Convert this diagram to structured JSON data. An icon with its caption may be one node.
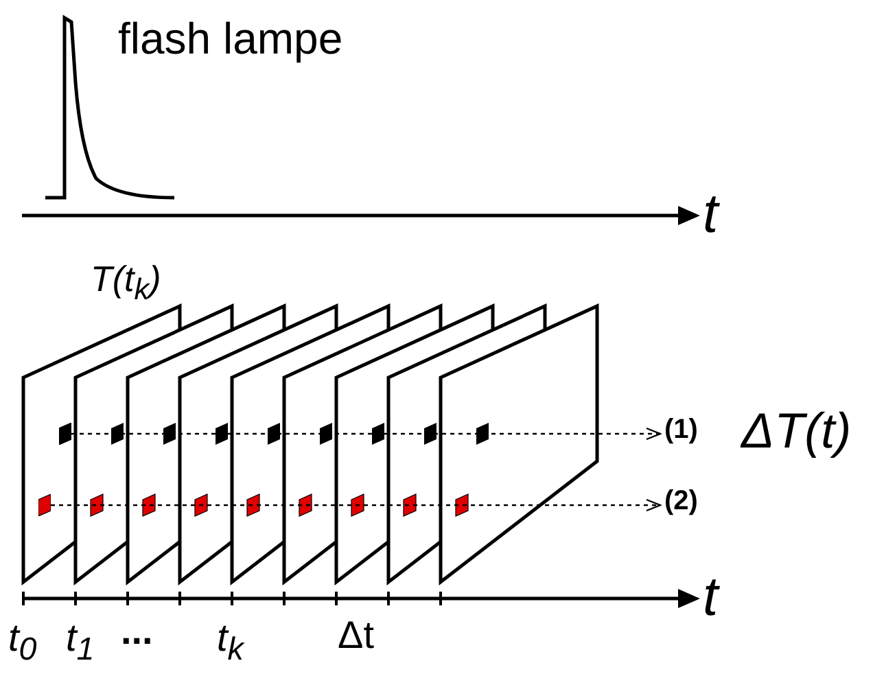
{
  "diagram": {
    "nodes": [
      {
        "text": [],
        "shape": "box"
      },
      {
        "text": [
          "(1)"
        ]
      },
      {
        "text": [],
        "shape": "box"
      },
      {
        "text": [
          "(2)"
        ]
      }
    ],
    "edges": [
      {
        "from": 0,
        "to": 1,
        "arrow": "to",
        "style": "dashed"
      },
      {
        "from": 2,
        "to": 3,
        "arrow": "to",
        "style": "dashed"
      }
    ],
    "labels": [
      "flash lampe",
      "t",
      "T(t$_{k}$)",
      "ΔT(t)",
      "t",
      "t$_{0}$",
      "t$_{1}$",
      "...",
      "t$_{k}$",
      "Δt"
    ]
  }
}
